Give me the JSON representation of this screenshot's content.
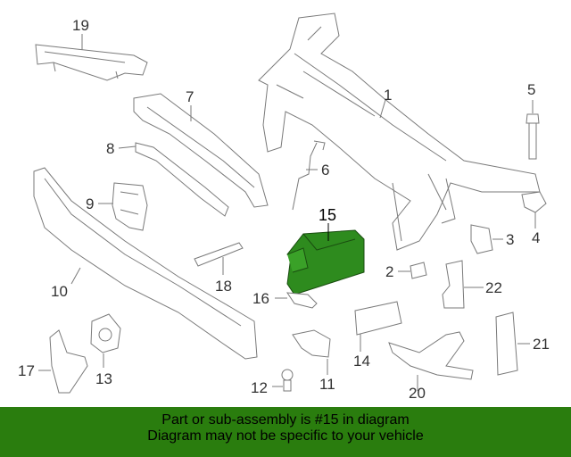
{
  "callouts": {
    "c1": "1",
    "c2": "2",
    "c3": "3",
    "c4": "4",
    "c5": "5",
    "c6": "6",
    "c7": "7",
    "c8": "8",
    "c9": "9",
    "c10": "10",
    "c11": "11",
    "c12": "12",
    "c13": "13",
    "c14": "14",
    "c15": "15",
    "c16": "16",
    "c17": "17",
    "c18": "18",
    "c19": "19",
    "c20": "20",
    "c21": "21",
    "c22": "22"
  },
  "banner": {
    "line1": "Part or sub-assembly is #15 in diagram",
    "line2": "Diagram may not be specific to your vehicle"
  },
  "colors": {
    "highlight_part": "#2e8b1e",
    "banner_bg": "#2a7d0e",
    "line": "#7a7a7a"
  }
}
